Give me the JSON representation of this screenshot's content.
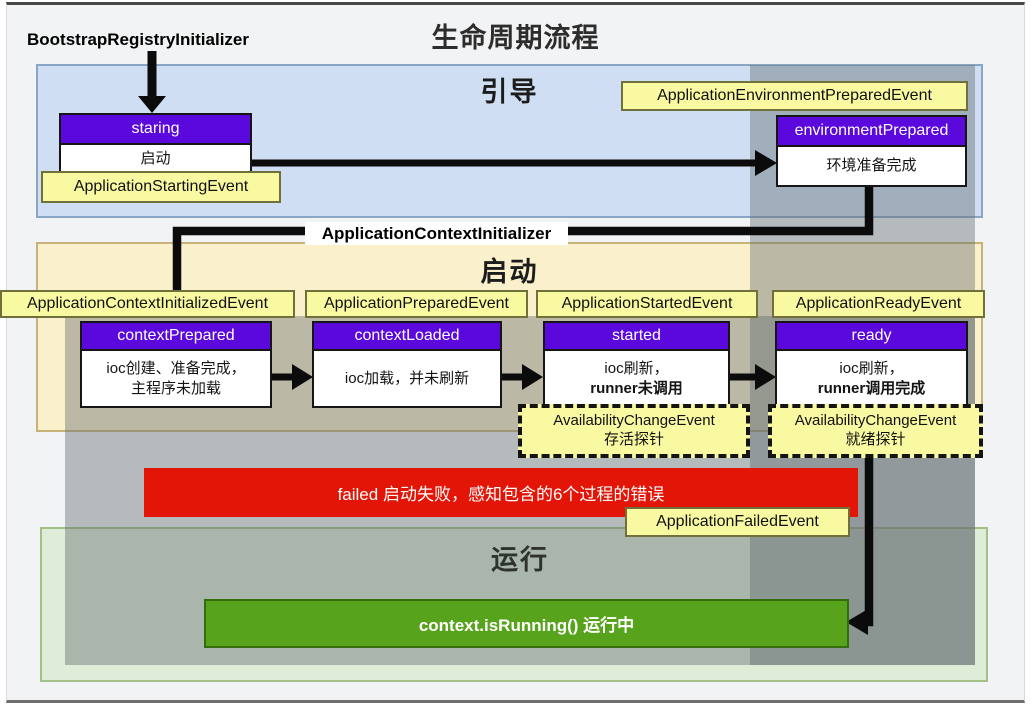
{
  "page_title": "生命周期流程",
  "annotations": {
    "bootstrap_registry_initializer": "BootstrapRegistryInitializer",
    "application_context_initializer": "ApplicationContextInitializer"
  },
  "sections": {
    "bootstrap": "引导",
    "startup": "启动",
    "running": "运行"
  },
  "stages": [
    {
      "name": "staring",
      "desc": "启动",
      "event": "ApplicationStartingEvent"
    },
    {
      "name": "environmentPrepared",
      "desc": "环境准备完成",
      "event": "ApplicationEnvironmentPreparedEvent"
    },
    {
      "name": "contextPrepared",
      "desc1": "ioc创建、准备完成，",
      "desc2": "主程序未加载",
      "event": "ApplicationContextInitializedEvent"
    },
    {
      "name": "contextLoaded",
      "desc1": "ioc加载，并未刷新",
      "event": "ApplicationPreparedEvent"
    },
    {
      "name": "started",
      "desc1": "ioc刷新，",
      "desc2": "runner未调用",
      "event": "ApplicationStartedEvent",
      "probe1": "AvailabilityChangeEvent",
      "probe2": "存活探针"
    },
    {
      "name": "ready",
      "desc1": "ioc刷新，",
      "desc2": "runner调用完成",
      "event": "ApplicationReadyEvent",
      "probe1": "AvailabilityChangeEvent",
      "probe2": "就绪探针"
    }
  ],
  "failed_bar": {
    "text": "failed  启动失败，感知包含的6个过程的错误",
    "event": "ApplicationFailedEvent"
  },
  "running_bar": {
    "text": "context.isRunning()  运行中"
  },
  "colors": {
    "section_bootstrap_bg": "#cfdef2",
    "section_startup_bg": "#fbf0cc",
    "section_running_bg": "#deecd8",
    "stage_header_bg": "#5a08dc",
    "event_label_bg": "#f9f9a1",
    "failed_bar_bg": "#e21507",
    "running_bar_bg": "#58a31c",
    "arrow_color": "#0b0b0b"
  }
}
